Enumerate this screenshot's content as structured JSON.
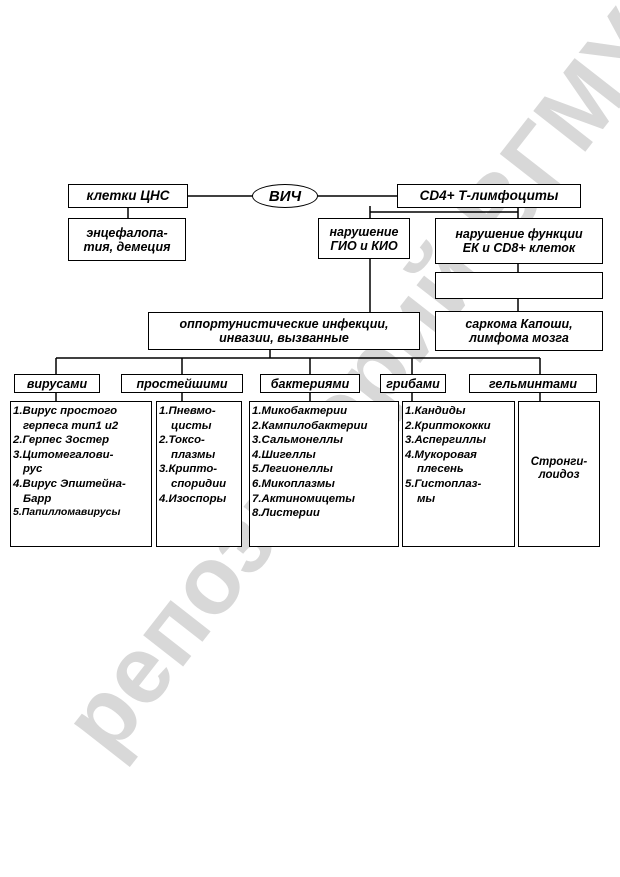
{
  "watermark": "репозиторий ВГМУ",
  "center": "ВИЧ",
  "cns": "клетки ЦНС",
  "cd4": "CD4+ Т-лимфоциты",
  "encephalopathy": [
    "энцефалопа-",
    "тия, демеция"
  ],
  "gio": [
    "нарушение",
    "ГИО и КИО"
  ],
  "ek": [
    "нарушение функции",
    "ЕК и CD8+ клеток"
  ],
  "blank": "",
  "oi": [
    "оппортунистические инфекции,",
    "инвазии, вызванные"
  ],
  "kaposi": [
    "саркома Капоши,",
    "лимфома мозга"
  ],
  "categories": [
    "вирусами",
    "простейшими",
    "бактериями",
    "грибами",
    "гельминтами"
  ],
  "viruses": [
    "1.Вирус простого",
    "   герпеса тип1 и2",
    "2.Герпес Зостер",
    "3.Цитомегалови-",
    "   рус",
    "4.Вирус Эпштейна-",
    "   Барр",
    "5.Папилломавирусы"
  ],
  "protozoa": [
    "1.Пневмо-",
    "   цисты",
    "2.Токсо-",
    "   плазмы",
    "3.Крипто-",
    "   споридии",
    "4.Изоспоры"
  ],
  "bacteria": [
    "1.Микобактерии",
    "2.Кампилобактерии",
    "3.Сальмонеллы",
    "4.Шигеллы",
    "5.Легионеллы",
    "6.Микоплазмы",
    "7.Актиномицеты",
    "8.Листерии"
  ],
  "fungi": [
    "1.Кандиды",
    "2.Криптококки",
    "3.Аспергиллы",
    "4.Мукоровая",
    "   плесень",
    "5.Гистоплаз-",
    "   мы"
  ],
  "helminths": [
    "Стронги-",
    "лоидоз"
  ]
}
